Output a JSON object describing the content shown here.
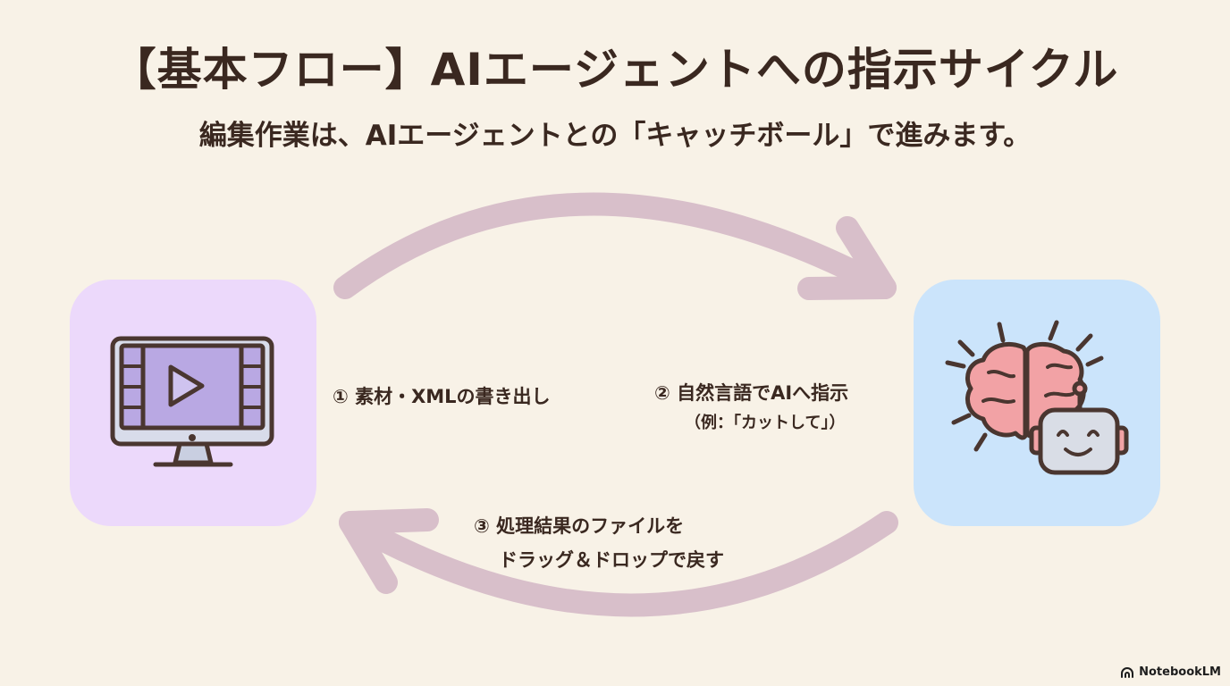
{
  "title": "【基本フロー】AIエージェントへの指示サイクル",
  "subtitle": "編集作業は、AIエージェントとの「キャッチボール」で進みます。",
  "steps": {
    "step1": "① 素材・XMLの書き出し",
    "step2": "② 自然言語でAIへ指示",
    "step2_note": "（例：「カットして」）",
    "step3_line1": "③ 処理結果のファイルを",
    "step3_line2": "ドラッグ＆ドロップで戻す"
  },
  "icons": {
    "editor": "video-editor-monitor-icon",
    "ai": "brain-robot-icon"
  },
  "colors": {
    "background": "#f8f2e7",
    "arrow": "#d8bfca",
    "editor_card": "#ecd9fb",
    "ai_card": "#cbe4fb"
  },
  "watermark": "NotebookLM"
}
